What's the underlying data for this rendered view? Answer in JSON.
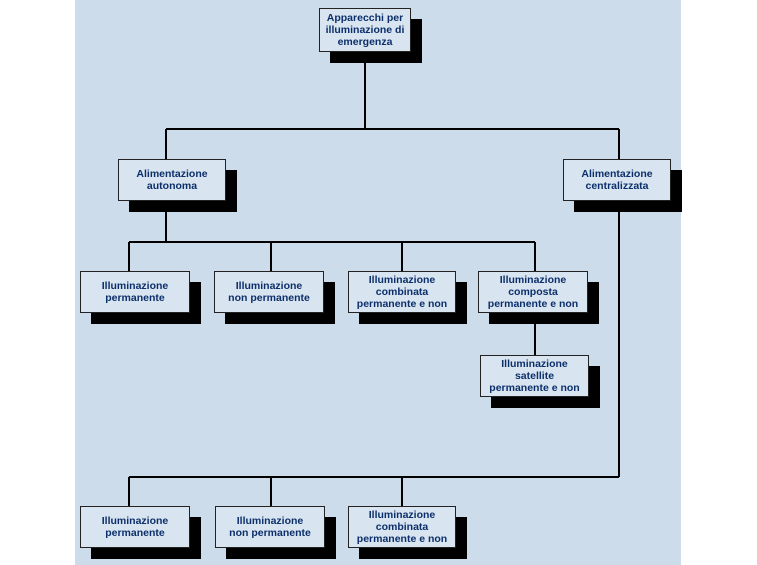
{
  "diagram": {
    "root": "Apparecchi per\nilluminazione di\nemergenza",
    "branches": {
      "autonoma": {
        "label": "Alimentazione\nautonoma",
        "children": [
          "Illuminazione\npermanente",
          "Illuminazione\nnon permanente",
          "Illuminazione\ncombinata\npermanente e non",
          "Illuminazione\ncomposta\npermanente e non"
        ],
        "sub_child": "Illuminazione\nsatellite\npermanente e non"
      },
      "centralizzata": {
        "label": "Alimentazione\ncentralizzata",
        "children": [
          "Illuminazione\npermanente",
          "Illuminazione\nnon permanente",
          "Illuminazione\ncombinata\npermanente e non"
        ]
      }
    }
  },
  "colors": {
    "background": "#cddceb",
    "node_fill": "#d9e4f1",
    "node_text": "#0b2f6a",
    "shadow": "#000000",
    "line": "#000000"
  }
}
